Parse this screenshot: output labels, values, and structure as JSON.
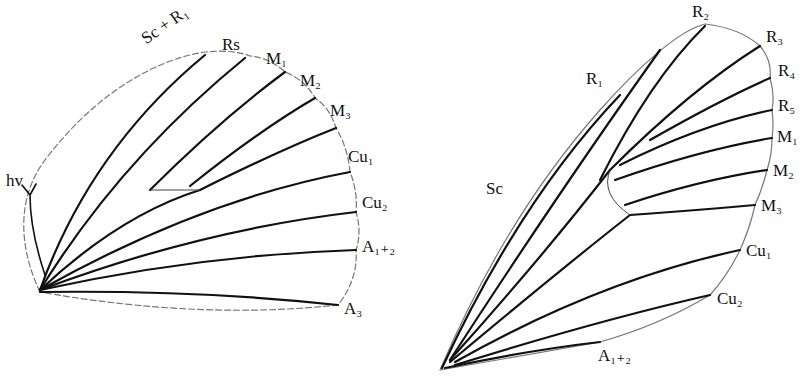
{
  "diagram": {
    "labels": [
      "Sc + R₁",
      "Rs",
      "M₁",
      "M₂",
      "M₃",
      "Cu₁",
      "Cu₂",
      "A₁₊₂",
      "A₃",
      "hv",
      "R₂",
      "R₃",
      "R₄",
      "R₅",
      "M₁",
      "M₂",
      "M₃",
      "Cu₁",
      "Cu₂",
      "A₁₊₂",
      "R₁",
      "Sc"
    ]
  }
}
